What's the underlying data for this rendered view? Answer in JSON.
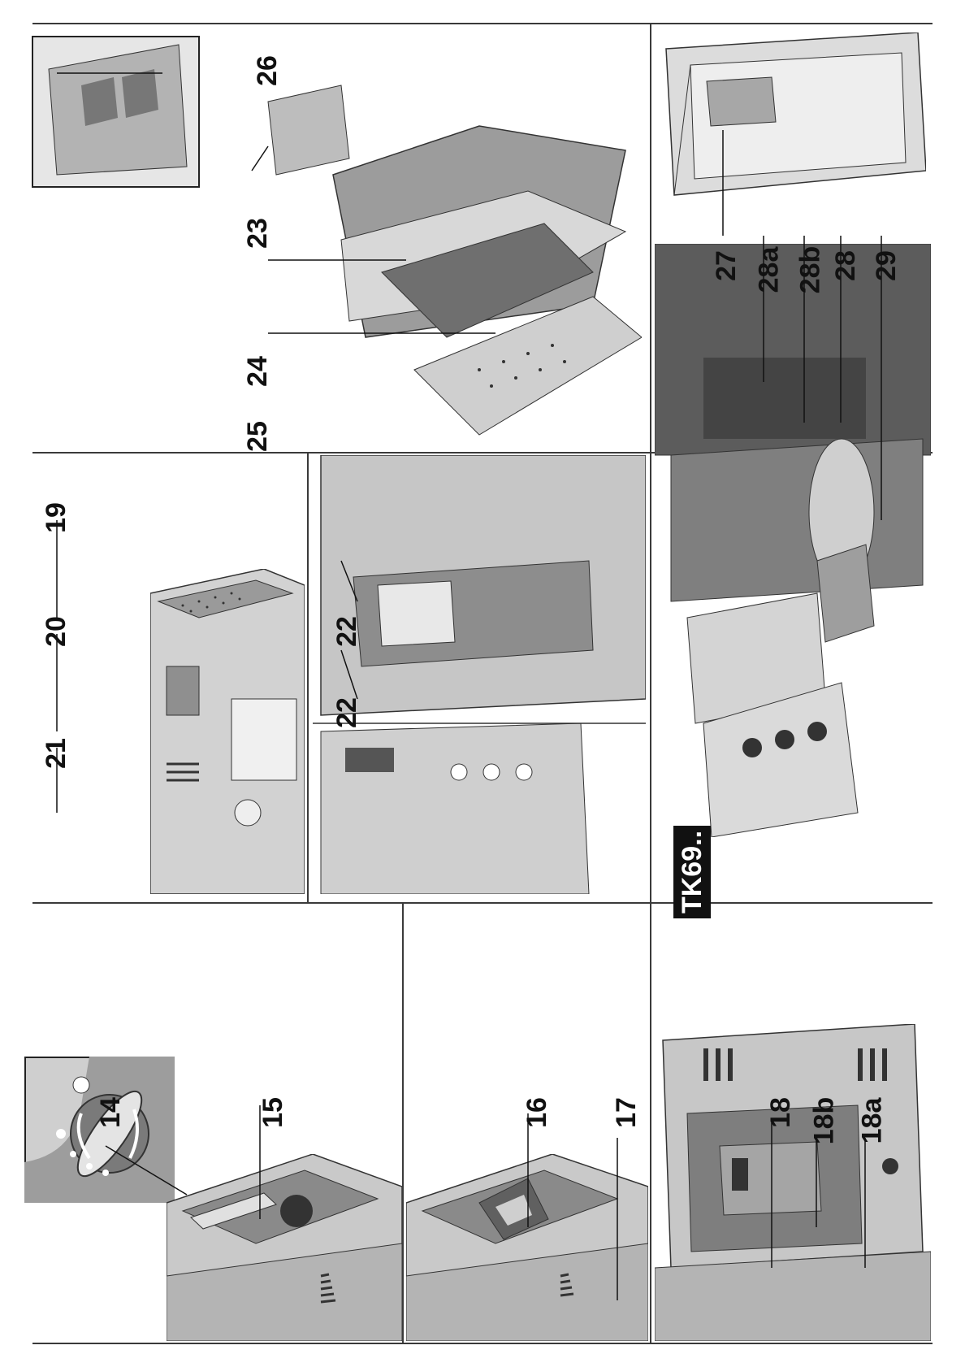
{
  "callouts": {
    "n14": "14",
    "n15": "15",
    "n16": "16",
    "n17": "17",
    "n18": "18",
    "n18b": "18b",
    "n18a": "18a",
    "n19": "19",
    "n20": "20",
    "n21": "21",
    "n22a": "22",
    "n22b": "22",
    "n23": "23",
    "n24": "24",
    "n25": "25",
    "n26": "26",
    "n27": "27",
    "n28a": "28a",
    "n28b": "28b",
    "n28": "28",
    "n29": "29"
  },
  "model_badge": "TK69..",
  "colors": {
    "rule": "#3a3a3a",
    "metal_light": "#d9d9d9",
    "metal_mid": "#a8a8a8",
    "metal_dark": "#555555",
    "badge_bg": "#111111"
  }
}
